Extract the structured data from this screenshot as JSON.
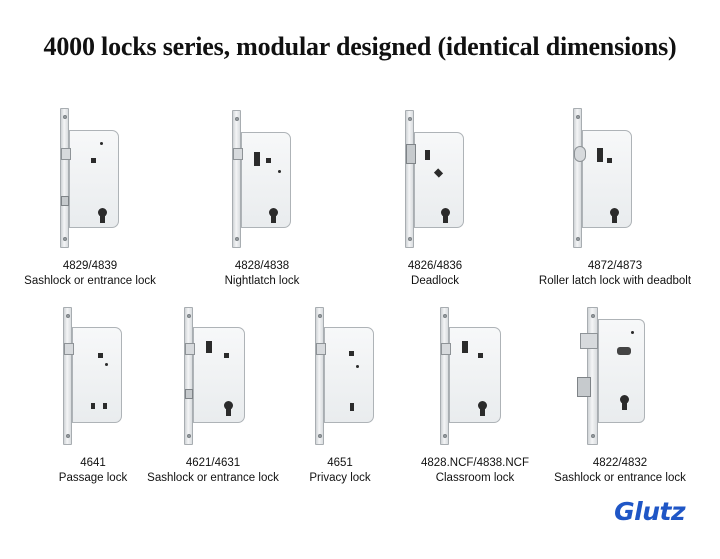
{
  "title": "4000 locks series, modular designed (identical dimensions)",
  "row1": [
    {
      "model": "4829/4839",
      "name": "Sashlock or entrance lock"
    },
    {
      "model": "4828/4838",
      "name": "Nightlatch lock"
    },
    {
      "model": "4826/4836",
      "name": "Deadlock"
    },
    {
      "model": "4872/4873",
      "name": "Roller latch lock with deadbolt"
    }
  ],
  "row2": [
    {
      "model": "4641",
      "name": "Passage lock"
    },
    {
      "model": "4621/4631",
      "name": "Sashlock or entrance lock"
    },
    {
      "model": "4651",
      "name": "Privacy lock"
    },
    {
      "model": "4828.NCF/4838.NCF",
      "name": "Classroom lock"
    },
    {
      "model": "4822/4832",
      "name": "Sashlock or entrance lock"
    }
  ],
  "brand": "Glutz",
  "colors": {
    "brand": "#1f56c6",
    "text": "#111111",
    "background": "#ffffff"
  }
}
